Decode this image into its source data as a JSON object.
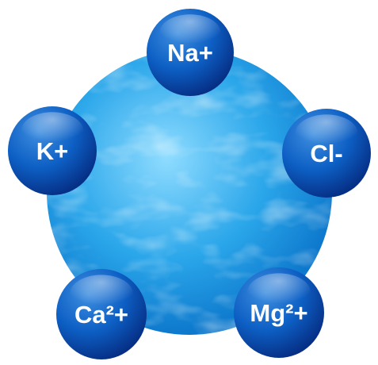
{
  "ions": [
    {
      "label": "Na+"
    },
    {
      "label": "Cl-"
    },
    {
      "label": "Mg²+"
    },
    {
      "label": "Ca²+"
    },
    {
      "label": "K+"
    }
  ],
  "colors": {
    "water_light": "#8fdcff",
    "water_mid": "#2aa6ea",
    "water_dark": "#0a73c9",
    "bubble_light": "#3f8fe0",
    "bubble_mid": "#0d5fc4",
    "bubble_dark": "#062f85",
    "label": "#ffffff"
  }
}
